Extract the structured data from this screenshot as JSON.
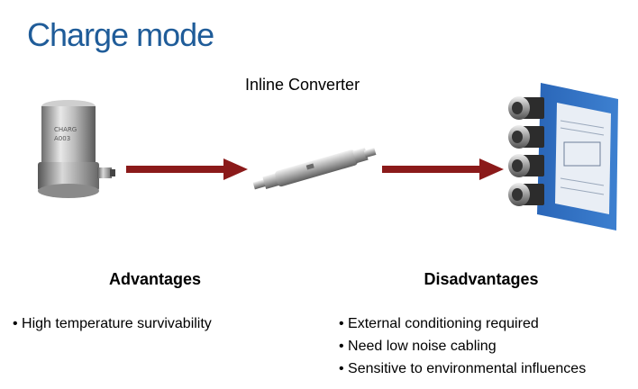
{
  "slide": {
    "title": "Charge mode",
    "converter_label": "Inline Converter",
    "arrow_color": "#8B1A1A",
    "title_color": "#1F5C99"
  },
  "advantages": {
    "heading": "Advantages",
    "items": [
      "High temperature survivability"
    ]
  },
  "disadvantages": {
    "heading": "Disadvantages",
    "items": [
      "External conditioning required",
      "Need low noise cabling",
      "Sensitive to environmental influences"
    ]
  },
  "illustrations": {
    "sensor": "charge-accelerometer-image",
    "converter": "inline-converter-image",
    "module": "daq-module-image"
  }
}
